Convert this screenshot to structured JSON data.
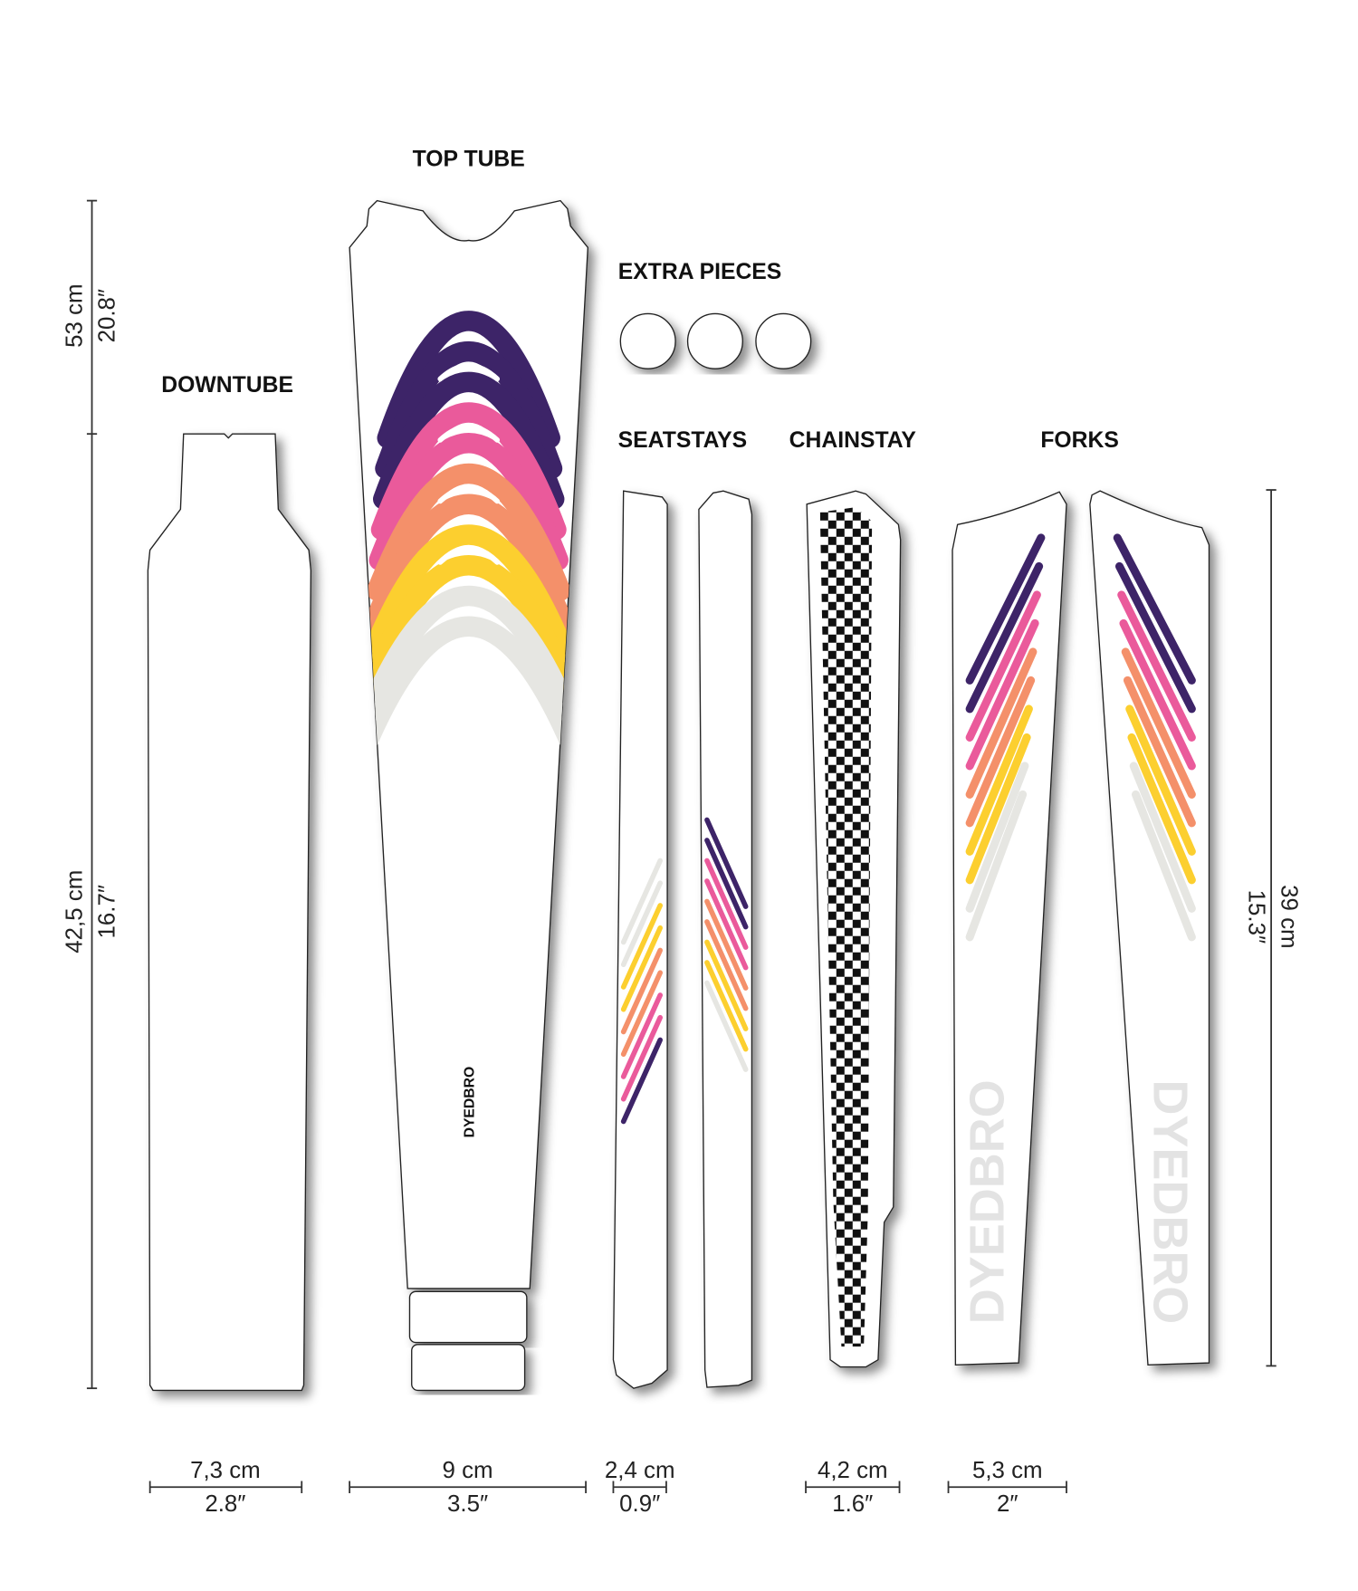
{
  "labels": {
    "top_tube": "TOP TUBE",
    "extra_pieces": "EXTRA PIECES",
    "downtube": "DOWNTUBE",
    "seatstays": "SEATSTAYS",
    "chainstay": "CHAINSTAY",
    "forks": "FORKS"
  },
  "logo_text": "DYEDBRO",
  "dimensions": {
    "left_upper": {
      "cm": "53 cm",
      "in": "20.8″"
    },
    "left_lower": {
      "cm": "42,5 cm",
      "in": "16.7″"
    },
    "right": {
      "cm": "39 cm",
      "in": "15.3″"
    },
    "widths": [
      {
        "cm": "7,3 cm",
        "in": "2.8″"
      },
      {
        "cm": "9 cm",
        "in": "3.5″"
      },
      {
        "cm": "2,4 cm",
        "in": "0.9″"
      },
      {
        "cm": "4,2 cm",
        "in": "1.6″"
      },
      {
        "cm": "5,3 cm",
        "in": "2″"
      }
    ]
  },
  "palette": [
    "#3d2468",
    "#ea5a9b",
    "#f4906a",
    "#fccf2f",
    "#e6e6e2"
  ]
}
